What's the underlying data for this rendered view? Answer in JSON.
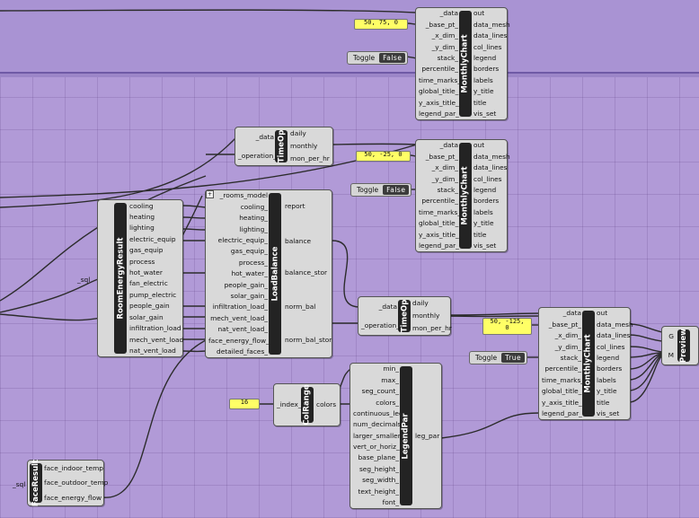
{
  "monthly_chart_inputs": [
    "_data",
    "_base_pt_",
    "_x_dim_",
    "_y_dim_",
    "stack_",
    "percentile_",
    "time_marks_",
    "global_title_",
    "y_axis_title_",
    "legend_par_"
  ],
  "monthly_chart_outputs": [
    "out",
    "data_mesh",
    "data_lines",
    "col_lines",
    "legend",
    "borders",
    "labels",
    "y_title",
    "title",
    "vis_set"
  ],
  "monthly_chart_title": "MonthlyChart",
  "timeop": {
    "title": "TimeOp",
    "inputs": [
      "_data",
      "_operation_"
    ],
    "outputs": [
      "daily",
      "monthly",
      "mon_per_hr"
    ]
  },
  "room_energy_result": {
    "title": "RoomEnergyResult",
    "input": "_sql",
    "outputs": [
      "cooling",
      "heating",
      "lighting",
      "electric_equip",
      "gas_equip",
      "process",
      "hot_water",
      "fan_electric",
      "pump_electric",
      "people_gain",
      "solar_gain",
      "infiltration_load",
      "mech_vent_load",
      "nat_vent_load"
    ]
  },
  "load_balance": {
    "title": "LoadBalance",
    "inputs": [
      "_rooms_model",
      "cooling_",
      "heating_",
      "lighting_",
      "electric_equip_",
      "gas_equip_",
      "process_",
      "hot_water_",
      "people_gain_",
      "solar_gain_",
      "infiltration_load_",
      "mech_vent_load_",
      "nat_vent_load_",
      "face_energy_flow_",
      "detailed_faces_"
    ],
    "outputs": [
      "report",
      "balance",
      "balance_stor",
      "norm_bal",
      "norm_bal_stor"
    ]
  },
  "col_range": {
    "title": "ColRange",
    "input": "_index_",
    "output": "colors"
  },
  "legend_par": {
    "title": "LegendPar",
    "inputs": [
      "min_",
      "max_",
      "seg_count_",
      "colors_",
      "continuous_leg_",
      "num_decimals_",
      "larger_smaller_",
      "vert_or_horiz_",
      "base_plane_",
      "seg_height_",
      "seg_width_",
      "text_height_",
      "font_"
    ],
    "output": "leg_par"
  },
  "face_result": {
    "title": "FaceResult",
    "input": "_sql",
    "outputs": [
      "face_indoor_temp",
      "face_outdoor_temp",
      "face_energy_flow"
    ]
  },
  "preview": {
    "title": "Preview",
    "inputs": [
      "G",
      "M"
    ]
  },
  "panels": {
    "p1": "50, 75, 0",
    "p2": "50, -25, 0",
    "p3": "50, -125,\n0",
    "p4": "16"
  },
  "toggle": {
    "label": "Toggle",
    "values": [
      "False",
      "False",
      "True"
    ]
  },
  "sql_label": "_sql"
}
